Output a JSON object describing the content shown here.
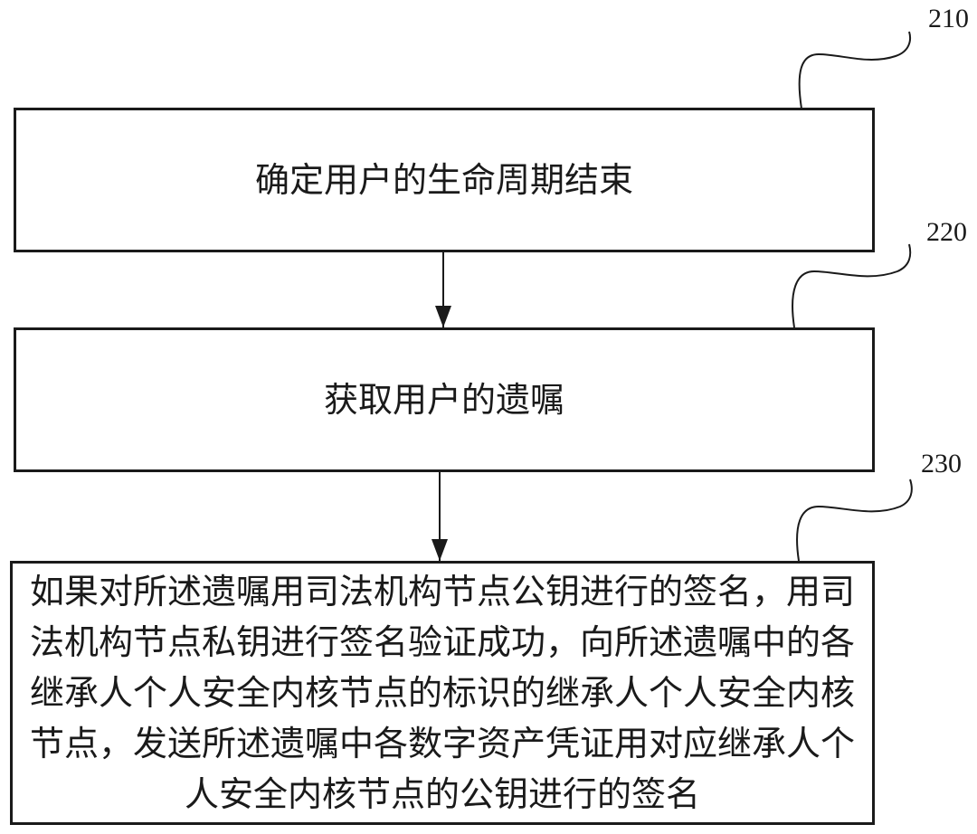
{
  "diagram": {
    "steps": [
      {
        "ref": "210",
        "text": "确定用户的生命周期结束"
      },
      {
        "ref": "220",
        "text": "获取用户的遗嘱"
      },
      {
        "ref": "230",
        "text": "如果对所述遗嘱用司法机构节点公钥进行的签名，用司法机构节点私钥进行签名验证成功，向所述遗嘱中的各继承人个人安全内核节点的标识的继承人个人安全内核节点，发送所述遗嘱中各数字资产凭证用对应继承人个人安全内核节点的公钥进行的签名"
      }
    ],
    "stroke_color": "#1a1a1a"
  }
}
